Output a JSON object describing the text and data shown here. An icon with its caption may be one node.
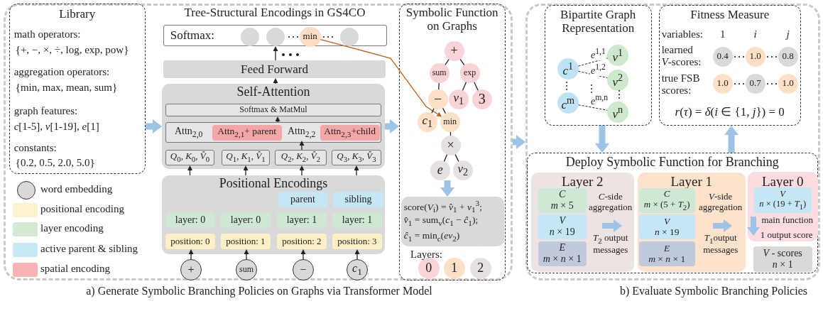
{
  "diagram": {
    "nodes": [
      {
        "text": [],
        "shape": "box",
        "beside": [
          "a) Generate Symbolic Branching Policies on Graphs via Transformer Model"
        ]
      },
      {
        "text": [
          "Library",
          "math operators:",
          "{+, −, ×, ÷, log, exp, pow}",
          "aggregation operators:",
          "{min, max,  mean, sum}",
          "graph features:",
          "*c*[1-5], *v*[1-19], *e*[1]",
          "constants:",
          "{0.2, 0.5, 2.0, 5.0}"
        ],
        "in": 0
      },
      {
        "text": [
          "Softmax:"
        ],
        "in": 0
      },
      {
        "text": [],
        "shape": "circle",
        "in": 2
      },
      {
        "text": [],
        "shape": "circle",
        "in": 2
      },
      {
        "text": [
          "min"
        ],
        "in": 2
      },
      {
        "text": [],
        "shape": "circle",
        "in": 2
      },
      {
        "text": [
          "Feed Forward"
        ],
        "in": 0
      },
      {
        "text": [
          "Self-Attention"
        ],
        "in": 0
      },
      {
        "text": [
          "Softmax & MatMul"
        ],
        "in": 8
      },
      {
        "text": [],
        "shape": "box",
        "in": 8
      },
      {
        "text": [
          "Attn$_{2,0}$"
        ],
        "in": 10
      },
      {
        "text": [
          "Attn$_{2,1}$+ parent"
        ],
        "in": 10
      },
      {
        "text": [
          "Attn$_{2,2}$"
        ],
        "in": 10
      },
      {
        "text": [
          "Attn$_{2,3}$+child"
        ],
        "in": 10
      },
      {
        "text": [
          "*Q*$_{0}$, *K*$_{0}$, *V̂*$_{0}$"
        ],
        "in": 8
      },
      {
        "text": [
          "*Q*$_{1}$, *K*$_{1}$, *V̂*$_{1}$"
        ],
        "in": 8
      },
      {
        "text": [
          "*Q*$_{2}$, *K*$_{2}$, *V̂*$_{2}$"
        ],
        "in": 8
      },
      {
        "text": [
          "*Q*$_{3}$, *K*$_{3}$, *V̂*$_{3}$"
        ],
        "in": 8
      },
      {
        "text": [
          "Positional Encodings"
        ],
        "in": 0
      },
      {
        "text": [
          "parent"
        ],
        "in": 19
      },
      {
        "text": [
          "sibling"
        ],
        "in": 19
      },
      {
        "text": [
          "layer: 0"
        ],
        "in": 19
      },
      {
        "text": [
          "layer: 0"
        ],
        "in": 19
      },
      {
        "text": [
          "layer: 1"
        ],
        "in": 19
      },
      {
        "text": [
          "layer: 1"
        ],
        "in": 19
      },
      {
        "text": [
          "position: 0"
        ],
        "in": 19
      },
      {
        "text": [
          "position: 1"
        ],
        "in": 19
      },
      {
        "text": [
          "position: 2"
        ],
        "in": 19
      },
      {
        "text": [
          "position: 3"
        ],
        "in": 19
      },
      {
        "text": [
          "+"
        ],
        "in": 0
      },
      {
        "text": [
          "sum"
        ],
        "in": 0
      },
      {
        "text": [
          "−"
        ],
        "in": 0
      },
      {
        "text": [
          "*c*$_{1}$"
        ],
        "in": 0
      },
      {
        "text": [
          "Symbolic Function on Graphs"
        ],
        "in": 0
      },
      {
        "text": [
          "+"
        ],
        "in": 34
      },
      {
        "text": [
          "sum"
        ],
        "in": 34
      },
      {
        "text": [
          "exp"
        ],
        "in": 34
      },
      {
        "text": [
          "−"
        ],
        "in": 34
      },
      {
        "text": [
          "*v*$_{1}$"
        ],
        "in": 34
      },
      {
        "text": [
          "3"
        ],
        "in": 34
      },
      {
        "text": [
          "*c*$_{1}$"
        ],
        "in": 34
      },
      {
        "text": [
          "min"
        ],
        "in": 34
      },
      {
        "text": [
          "×"
        ],
        "in": 34
      },
      {
        "text": [
          "e"
        ],
        "in": 34
      },
      {
        "text": [
          "*v*$_{2}$"
        ],
        "in": 34
      },
      {
        "text": [
          "score(*V*$_{i}$) = *v̂*$_{1}$ + *v*$_{1}$$^{3}$;",
          "*v̂*$_{1}$ = sum$_{v}$(*c*$_{1}$ − *ĉ*$_{1}$);",
          "*ĉ*$_{1}$ = min$_{c}$(*ev*$_{2}$)"
        ],
        "in": 34
      },
      {
        "text": [
          "0"
        ],
        "in": 34
      },
      {
        "text": [
          "1"
        ],
        "in": 34
      },
      {
        "text": [
          "2"
        ],
        "in": 34
      },
      {
        "text": [],
        "shape": "box",
        "beside": [
          "b) Evaluate Symbolic Branching Policies"
        ]
      },
      {
        "text": [
          "Bipartite Graph Representation"
        ],
        "in": 50
      },
      {
        "text": [
          "*c*$^{1}$"
        ],
        "in": 51
      },
      {
        "text": [
          "*c*$^{m}$"
        ],
        "in": 51
      },
      {
        "text": [
          "*v*$^{1}$"
        ],
        "in": 51
      },
      {
        "text": [
          "*v*$^{2}$"
        ],
        "in": 51
      },
      {
        "text": [
          "*v*$^{n}$"
        ],
        "in": 51
      },
      {
        "text": [
          "Fitness Measure",
          "variables:",
          "1",
          "i",
          "j",
          "learned *V*-scores:",
          "true FSB scores:",
          "*r*(*τ*) = *δ*(*i* ∈ {1, *j*}) = 0"
        ],
        "in": 50
      },
      {
        "text": [
          "0.4"
        ],
        "in": 57
      },
      {
        "text": [
          "1.0"
        ],
        "in": 57
      },
      {
        "text": [
          "0.8"
        ],
        "in": 57
      },
      {
        "text": [
          "1.0"
        ],
        "in": 57
      },
      {
        "text": [
          "0.7"
        ],
        "in": 57
      },
      {
        "text": [
          "1.0"
        ],
        "in": 57
      },
      {
        "text": [
          "Deploy Symbolic Function for Branching"
        ],
        "in": 50
      },
      {
        "text": [
          "Layer 2",
          "*C*-side aggregation",
          "*T*$_{2}$ output messages"
        ],
        "in": 64
      },
      {
        "text": [
          "C",
          "*m* × 5"
        ],
        "in": 65
      },
      {
        "text": [
          "V",
          "*n* × 19"
        ],
        "in": 65
      },
      {
        "text": [
          "E",
          "*m* × *n* × 1"
        ],
        "in": 65
      },
      {
        "text": [
          "Layer 1",
          "*V*-side aggregation",
          "*T*$_{1}$output messages"
        ],
        "in": 64
      },
      {
        "text": [
          "C",
          "*m* × (5 + *T*$_{2}$)"
        ],
        "in": 69
      },
      {
        "text": [
          "V",
          "*n* × 19"
        ],
        "in": 69
      },
      {
        "text": [
          "E",
          "*m* × *n* × 1"
        ],
        "in": 69
      },
      {
        "text": [
          "Layer 0",
          "main function",
          "1 output score"
        ],
        "in": 64
      },
      {
        "text": [
          "V",
          "*n* × (19 + *T*$_{1}$)"
        ],
        "in": 73
      },
      {
        "text": [
          "*V* - scores",
          "*n* × 1"
        ],
        "in": 64
      }
    ],
    "edges": [
      {
        "from": 1,
        "to": 8,
        "arrow": "to",
        "style": "thick",
        "color": "#9dc3e6"
      },
      {
        "from": 8,
        "to": 34,
        "arrow": "to",
        "style": "thick",
        "color": "#9dc3e6"
      },
      {
        "from": 0,
        "to": 50,
        "arrow": "to",
        "style": "thick",
        "color": "#9dc3e6"
      },
      {
        "from": 30,
        "to": 26,
        "arrow": "to"
      },
      {
        "from": 31,
        "to": 27,
        "arrow": "to"
      },
      {
        "from": 32,
        "to": 28,
        "arrow": "to"
      },
      {
        "from": 33,
        "to": 29,
        "arrow": "to"
      },
      {
        "from": 19,
        "to": 15,
        "arrow": "to"
      },
      {
        "from": 19,
        "to": 16,
        "arrow": "to"
      },
      {
        "from": 19,
        "to": 17,
        "arrow": "to"
      },
      {
        "from": 19,
        "to": 18,
        "arrow": "to"
      },
      {
        "from": 17,
        "to": 13,
        "arrow": "to"
      },
      {
        "from": 10,
        "to": 9,
        "arrow": "to"
      },
      {
        "from": 8,
        "to": 7,
        "arrow": "to"
      },
      {
        "from": 7,
        "to": 2,
        "arrow": "to"
      },
      {
        "from": 5,
        "to": 42,
        "arrow": "to",
        "color": "#c0651a"
      },
      {
        "from": 35,
        "to": 36,
        "arrow": "none"
      },
      {
        "from": 35,
        "to": 37,
        "arrow": "none"
      },
      {
        "from": 36,
        "to": 38,
        "arrow": "none"
      },
      {
        "from": 37,
        "to": 39,
        "arrow": "none"
      },
      {
        "from": 37,
        "to": 40,
        "arrow": "none"
      },
      {
        "from": 38,
        "to": 41,
        "arrow": "none"
      },
      {
        "from": 38,
        "to": 42,
        "arrow": "none"
      },
      {
        "from": 42,
        "to": 43,
        "arrow": "none"
      },
      {
        "from": 43,
        "to": 44,
        "arrow": "none"
      },
      {
        "from": 43,
        "to": 45,
        "arrow": "none"
      },
      {
        "from": 44,
        "to": 46,
        "arrow": "to",
        "style": "thick",
        "color": "#9dc3e6"
      },
      {
        "from": 52,
        "to": 54,
        "arrow": "none",
        "style": "dashed",
        "label": "*e*$^{1,1}$"
      },
      {
        "from": 52,
        "to": 55,
        "arrow": "none",
        "style": "dashed",
        "label": "*e*$^{1,2}$"
      },
      {
        "from": 53,
        "to": 56,
        "arrow": "none",
        "style": "dashed",
        "label": "*e*$^{m,n}$"
      },
      {
        "from": 51,
        "to": 64,
        "arrow": "to",
        "style": "thick",
        "color": "#9dc3e6"
      },
      {
        "from": 64,
        "to": 57,
        "arrow": "to",
        "style": "thick",
        "color": "#9dc3e6"
      }
    ],
    "labels": [
      "Tree-Structural Encodings in GS4CO",
      "Layers:"
    ],
    "legend": [
      {
        "text": "word embedding"
      },
      {
        "text": "positional encoding",
        "color": "#fff2cc"
      },
      {
        "text": "layer encoding",
        "color": "#d5e8d4"
      },
      {
        "text": "active parent & sibling",
        "color": "#c9e8f5"
      },
      {
        "text": "spatial encoding",
        "color": "#f8b4b4"
      }
    ]
  }
}
